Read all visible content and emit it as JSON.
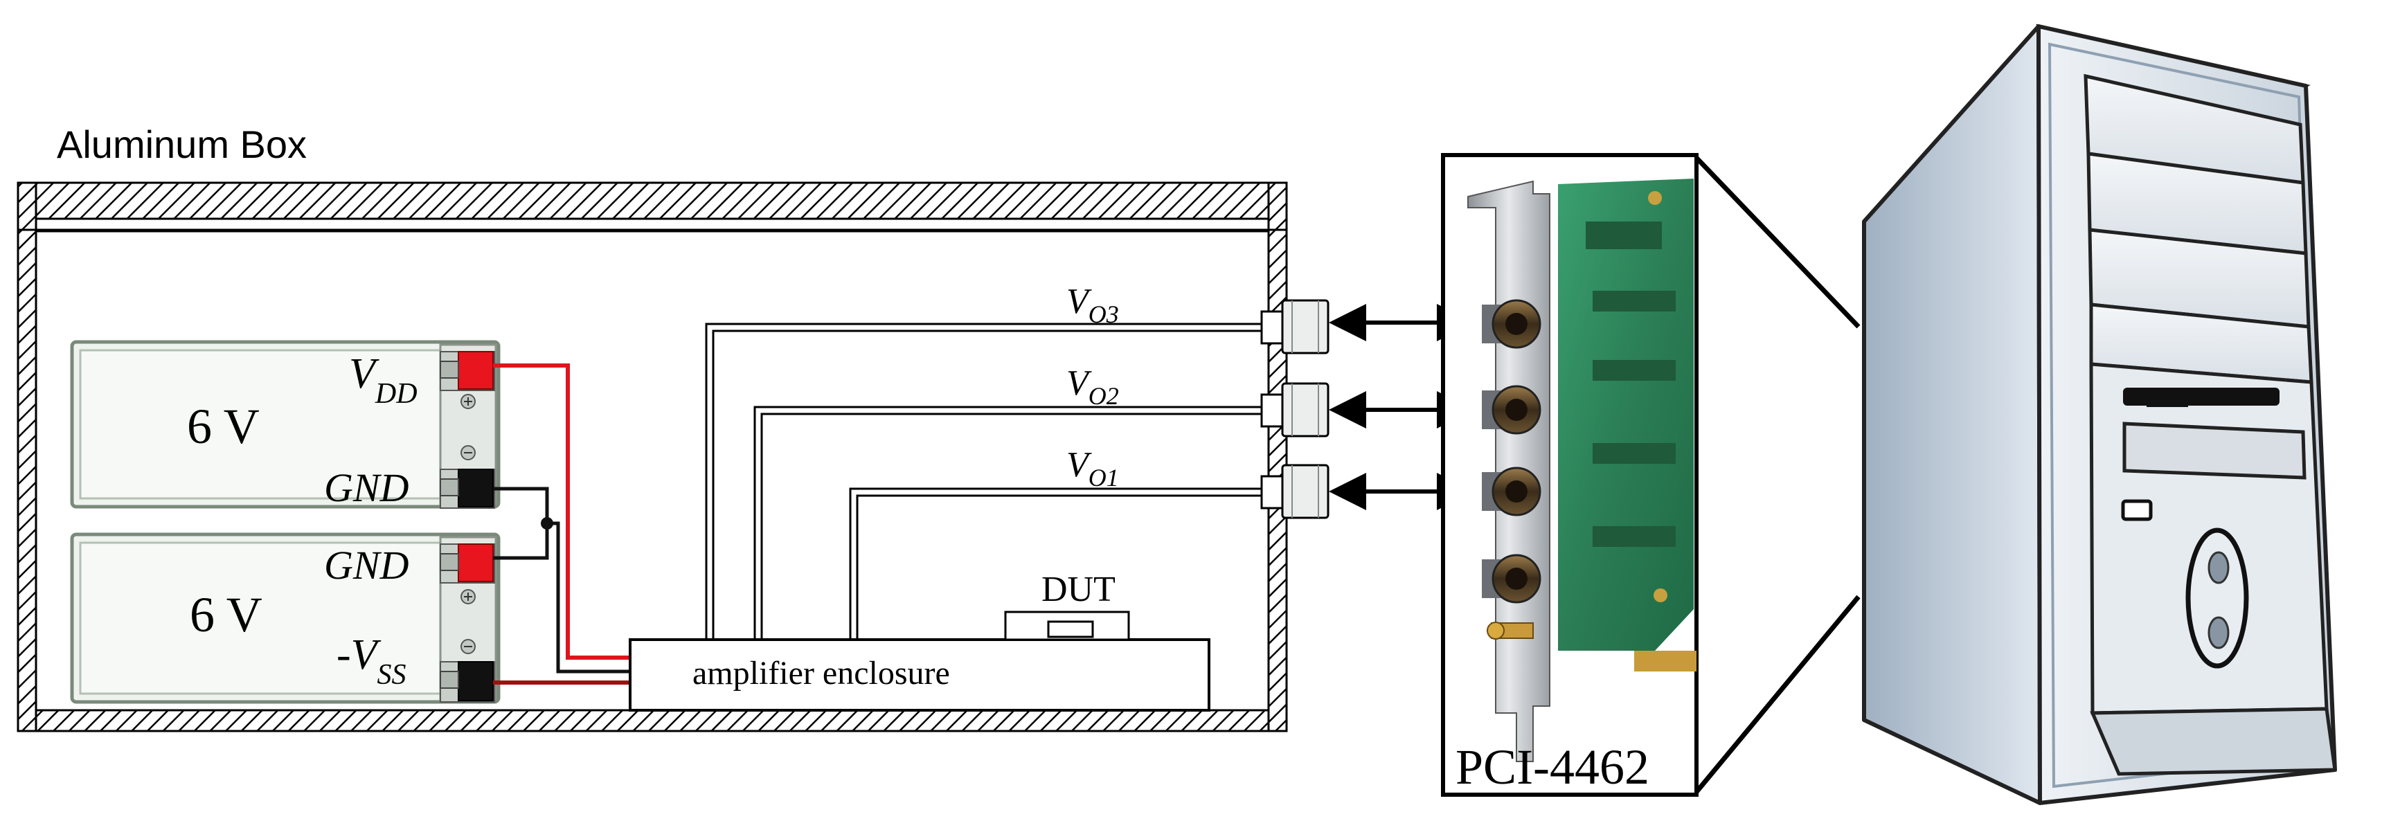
{
  "box_label": "Aluminum Box",
  "battery_top": {
    "voltage": "6 V"
  },
  "battery_bottom": {
    "voltage": "6 V"
  },
  "terminals": {
    "vdd": {
      "main": "V",
      "sub": "DD"
    },
    "gnd_top": "GND",
    "gnd_bottom": "GND",
    "vss": {
      "main": "-V",
      "sub": "SS"
    }
  },
  "outputs": [
    {
      "main": "V",
      "sub": "O3"
    },
    {
      "main": "V",
      "sub": "O2"
    },
    {
      "main": "V",
      "sub": "O1"
    }
  ],
  "dut_label": "DUT",
  "amplifier_label": "amplifier enclosure",
  "card_label": "PCI-4462",
  "colors": {
    "positive_wire": "#e0141e",
    "negative_wire": "#a01010",
    "terminal_red": "#e8141e",
    "terminal_black": "#111111",
    "pcb_green": "#2e8a5a",
    "pc_case": "#d3dce4"
  },
  "icons": [
    "battery-icon",
    "bnc-connector-icon",
    "daq-card-icon",
    "desktop-computer-icon"
  ]
}
